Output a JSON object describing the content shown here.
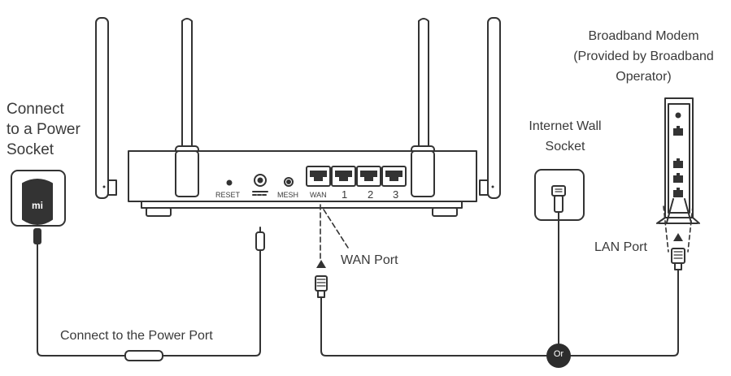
{
  "labels": {
    "power_socket": [
      "Connect",
      "to a Power",
      "Socket"
    ],
    "modem": [
      "Broadband Modem",
      "(Provided by Broadband",
      "Operator)"
    ],
    "wall_socket": [
      "Internet Wall",
      "Socket"
    ],
    "lan_port": "LAN Port",
    "wan_port": "WAN Port",
    "power_port": "Connect to the Power Port",
    "or": "Or"
  },
  "router": {
    "reset": "RESET",
    "mesh": "MESH",
    "wan": "WAN",
    "lan_ports": [
      "1",
      "2",
      "3"
    ]
  },
  "adapter_logo": "mi"
}
